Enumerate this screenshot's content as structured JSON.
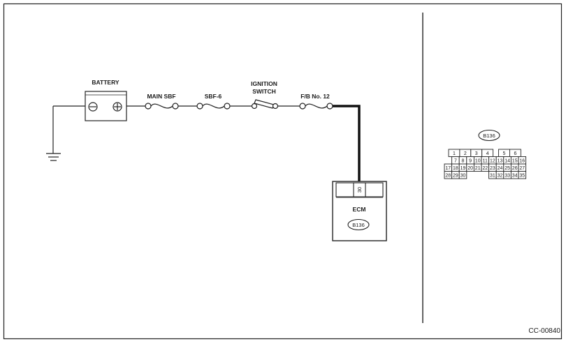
{
  "figure_ref": "CC-00840",
  "components": {
    "battery": "BATTERY",
    "main_sbf": "MAIN SBF",
    "sbf6": "SBF-6",
    "ignition_switch_line1": "IGNITION",
    "ignition_switch_line2": "SWITCH",
    "fb12": "F/B No. 12",
    "ecm": "ECM",
    "ecm_connector": "B136",
    "ecm_pin": "30"
  },
  "connector_view": {
    "name": "B136",
    "row1": [
      "1",
      "2",
      "3",
      "4",
      "5",
      "6"
    ],
    "row2": [
      "7",
      "8",
      "9",
      "10",
      "11",
      "12",
      "13",
      "14",
      "15",
      "16"
    ],
    "row3": [
      "17",
      "18",
      "19",
      "20",
      "21",
      "22",
      "23",
      "24",
      "25",
      "26",
      "27"
    ],
    "row4": [
      "28",
      "29",
      "30",
      "31",
      "32",
      "33",
      "34",
      "35"
    ]
  }
}
